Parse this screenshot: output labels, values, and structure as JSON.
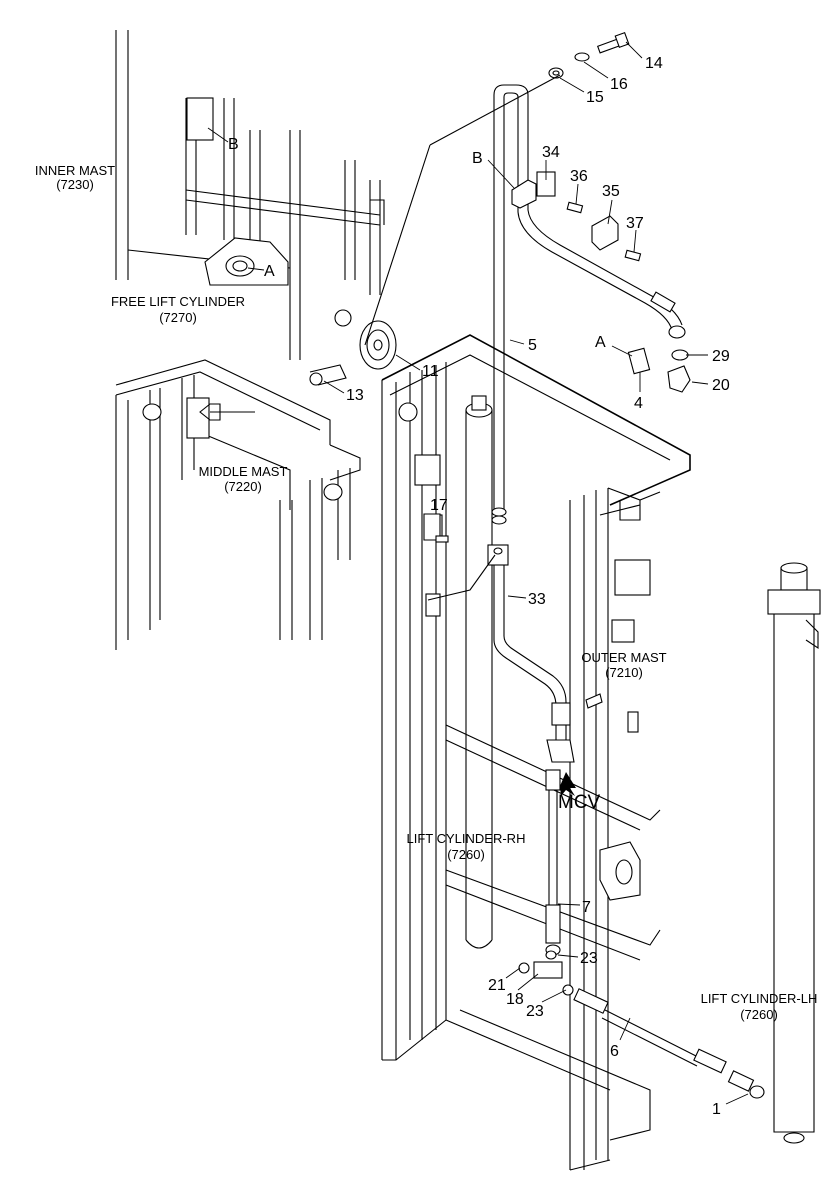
{
  "assemblies": {
    "inner_mast": {
      "name": "INNER MAST",
      "code": "(7230)"
    },
    "free_lift_cylinder": {
      "name": "FREE LIFT CYLINDER",
      "code": "(7270)"
    },
    "middle_mast": {
      "name": "MIDDLE MAST",
      "code": "(7220)"
    },
    "outer_mast": {
      "name": "OUTER MAST",
      "code": "(7210)"
    },
    "lift_cylinder_rh": {
      "name": "LIFT CYLINDER-RH",
      "code": "(7260)"
    },
    "lift_cylinder_lh": {
      "name": "LIFT CYLINDER-LH",
      "code": "(7260)"
    }
  },
  "connection_labels": {
    "a": "A",
    "b": "B",
    "mcv": "MCV"
  },
  "part_numbers": {
    "p1": "1",
    "p4": "4",
    "p5": "5",
    "p6": "6",
    "p7": "7",
    "p11": "11",
    "p13": "13",
    "p14": "14",
    "p15": "15",
    "p16": "16",
    "p17": "17",
    "p18": "18",
    "p20": "20",
    "p21": "21",
    "p23a": "23",
    "p23b": "23",
    "p29": "29",
    "p33": "33",
    "p34": "34",
    "p35": "35",
    "p36": "36",
    "p37": "37"
  },
  "colors": {
    "line": "#000000",
    "background": "#ffffff"
  }
}
